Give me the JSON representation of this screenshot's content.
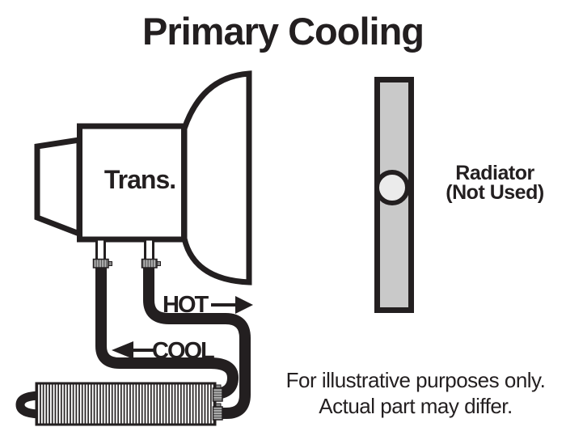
{
  "title": "Primary Cooling",
  "labels": {
    "transmission": "Trans.",
    "hot": "HOT",
    "cool": "COOL",
    "radiator_line1": "Radiator",
    "radiator_line2": "(Not Used)",
    "disclaimer_line1": "For illustrative purposes only.",
    "disclaimer_line2": "Actual part may differ."
  },
  "icons": {
    "hot_arrow": "arrow-right-icon",
    "cool_arrow": "arrow-left-icon"
  },
  "colors": {
    "line": "#231f20",
    "bg": "#ffffff",
    "radiator-fill": "#c9c9c9",
    "port-fill": "#ebebeb",
    "clamp-fill": "#b3b3b3"
  }
}
